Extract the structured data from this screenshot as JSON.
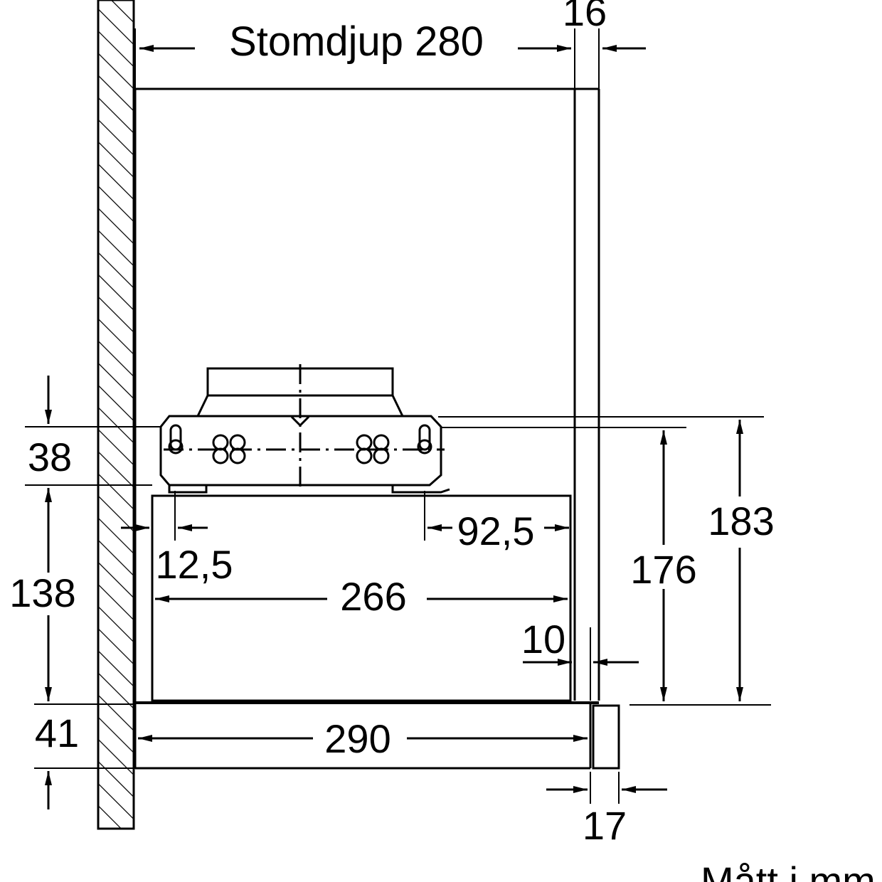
{
  "dimensions": {
    "carcass_depth": "Stomdjup 280",
    "d16": "16",
    "d38": "38",
    "d138": "138",
    "d41": "41",
    "d12_5": "12,5",
    "d92_5": "92,5",
    "d266": "266",
    "d10": "10",
    "d176": "176",
    "d183": "183",
    "d290": "290",
    "d17": "17"
  },
  "units_note": "Mått i mm",
  "colors": {
    "line": "#000000",
    "background": "#ffffff"
  }
}
